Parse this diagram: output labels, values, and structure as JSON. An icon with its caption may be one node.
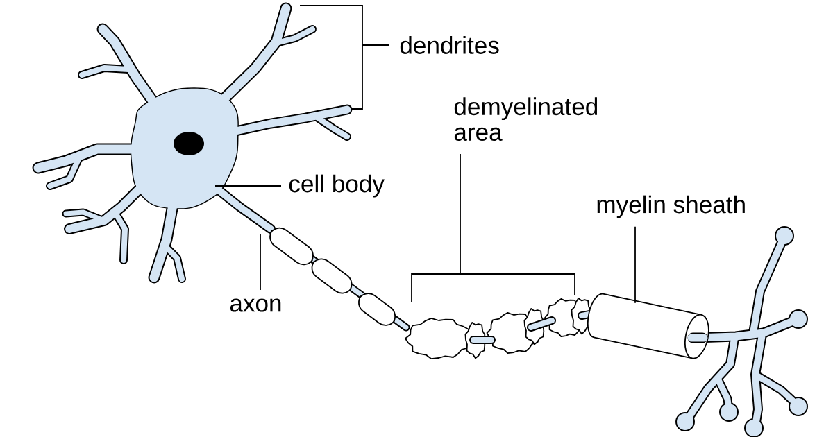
{
  "diagram": {
    "nodes": [
      {
        "text": [
          "cell body"
        ]
      },
      {
        "text": [
          "axon"
        ]
      },
      {
        "text": [
          "myelin sheath"
        ]
      }
    ],
    "edges": [
      {
        "from": 0,
        "to": null,
        "arrow": "none"
      },
      {
        "from": 1,
        "to": null,
        "arrow": "none"
      },
      {
        "from": 2,
        "to": null,
        "arrow": "none"
      }
    ],
    "labels": [
      "dendrites",
      "demyelinated area"
    ]
  }
}
